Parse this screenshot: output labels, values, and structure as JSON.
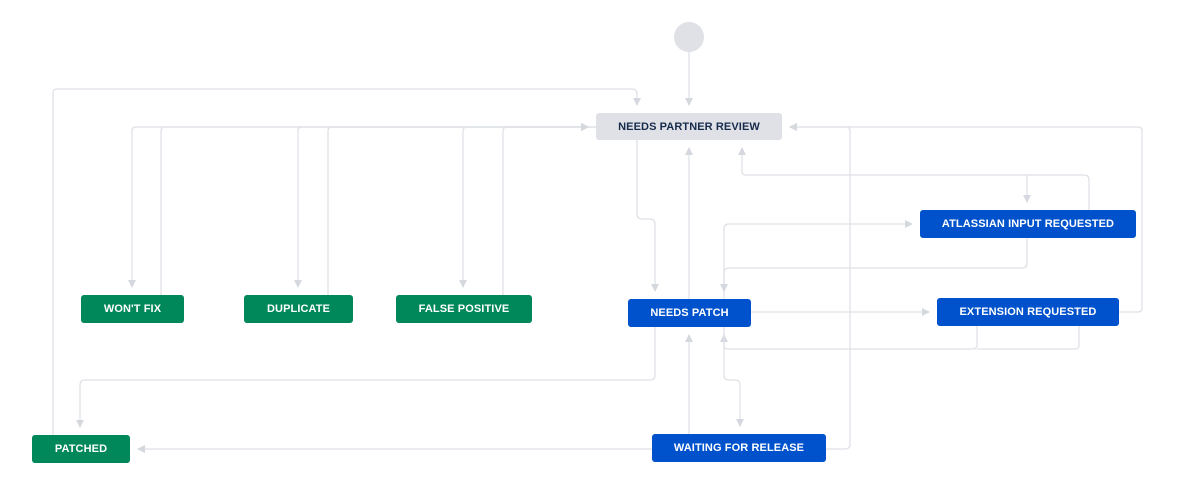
{
  "diagram": {
    "type": "workflow",
    "colors": {
      "initial_status": "#dfe1e6",
      "done_status": "#00875a",
      "in_progress_status": "#0052cc",
      "connector": "#dfe1e6"
    },
    "start": {
      "label": ""
    },
    "statuses": [
      {
        "id": "needs-partner-review",
        "label": "NEEDS PARTNER REVIEW",
        "category": "initial"
      },
      {
        "id": "wont-fix",
        "label": "WON'T FIX",
        "category": "done"
      },
      {
        "id": "duplicate",
        "label": "DUPLICATE",
        "category": "done"
      },
      {
        "id": "false-positive",
        "label": "FALSE POSITIVE",
        "category": "done"
      },
      {
        "id": "needs-patch",
        "label": "NEEDS PATCH",
        "category": "in-progress"
      },
      {
        "id": "atlassian-input-requested",
        "label": "ATLASSIAN INPUT REQUESTED",
        "category": "in-progress"
      },
      {
        "id": "extension-requested",
        "label": "EXTENSION REQUESTED",
        "category": "in-progress"
      },
      {
        "id": "patched",
        "label": "PATCHED",
        "category": "done"
      },
      {
        "id": "waiting-for-release",
        "label": "WAITING FOR RELEASE",
        "category": "in-progress"
      }
    ],
    "transitions": [
      {
        "from": "start",
        "to": "needs-partner-review"
      },
      {
        "from": "needs-partner-review",
        "to": "wont-fix"
      },
      {
        "from": "wont-fix",
        "to": "needs-partner-review"
      },
      {
        "from": "needs-partner-review",
        "to": "duplicate"
      },
      {
        "from": "duplicate",
        "to": "needs-partner-review"
      },
      {
        "from": "needs-partner-review",
        "to": "false-positive"
      },
      {
        "from": "false-positive",
        "to": "needs-partner-review"
      },
      {
        "from": "needs-partner-review",
        "to": "needs-patch"
      },
      {
        "from": "needs-patch",
        "to": "needs-partner-review"
      },
      {
        "from": "needs-patch",
        "to": "atlassian-input-requested"
      },
      {
        "from": "atlassian-input-requested",
        "to": "needs-patch"
      },
      {
        "from": "needs-partner-review",
        "to": "atlassian-input-requested"
      },
      {
        "from": "atlassian-input-requested",
        "to": "needs-partner-review"
      },
      {
        "from": "needs-patch",
        "to": "extension-requested"
      },
      {
        "from": "extension-requested",
        "to": "needs-patch"
      },
      {
        "from": "extension-requested",
        "to": "needs-partner-review"
      },
      {
        "from": "needs-patch",
        "to": "patched"
      },
      {
        "from": "needs-patch",
        "to": "waiting-for-release"
      },
      {
        "from": "waiting-for-release",
        "to": "needs-patch"
      },
      {
        "from": "waiting-for-release",
        "to": "patched"
      },
      {
        "from": "waiting-for-release",
        "to": "needs-partner-review"
      },
      {
        "from": "patched",
        "to": "needs-partner-review"
      }
    ]
  }
}
